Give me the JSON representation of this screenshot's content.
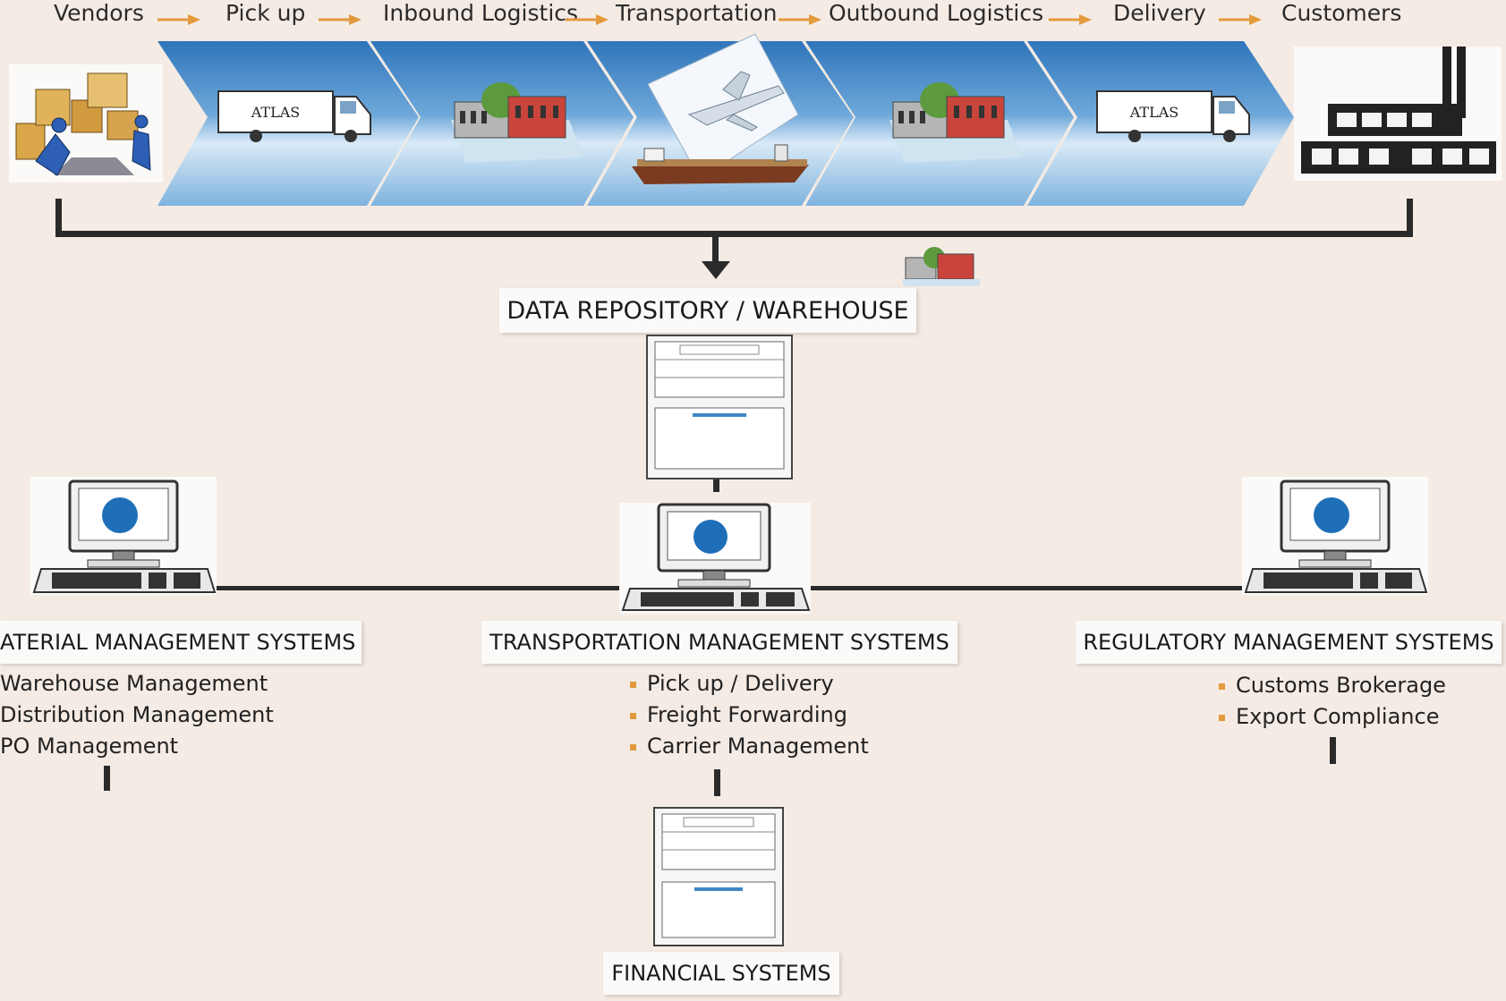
{
  "stages": [
    "Vendors",
    "Pick up",
    "Inbound Logistics",
    "Transportation",
    "Outbound Logistics",
    "Delivery",
    "Customers"
  ],
  "truck_label": "ATLAS",
  "hub": {
    "title": "DATA REPOSITORY / WAREHOUSE"
  },
  "systems": {
    "material": {
      "title": "ATERIAL MANAGEMENT SYSTEMS",
      "items": [
        "Warehouse Management",
        "Distribution Management",
        "PO Management"
      ]
    },
    "transportation": {
      "title": "TRANSPORTATION MANAGEMENT SYSTEMS",
      "items": [
        "Pick up / Delivery",
        "Freight Forwarding",
        "Carrier Management"
      ]
    },
    "regulatory": {
      "title": "REGULATORY MANAGEMENT SYSTEMS",
      "items": [
        "Customs Brokerage",
        "Export Compliance"
      ]
    },
    "financial": {
      "title": "FINANCIAL SYSTEMS"
    }
  },
  "colors": {
    "arrow": "#e39a3c",
    "band_blue": "#3f86c6",
    "band_light": "#e9f3fb",
    "line": "#2a2a2a",
    "bullet": "#e39a3c"
  }
}
